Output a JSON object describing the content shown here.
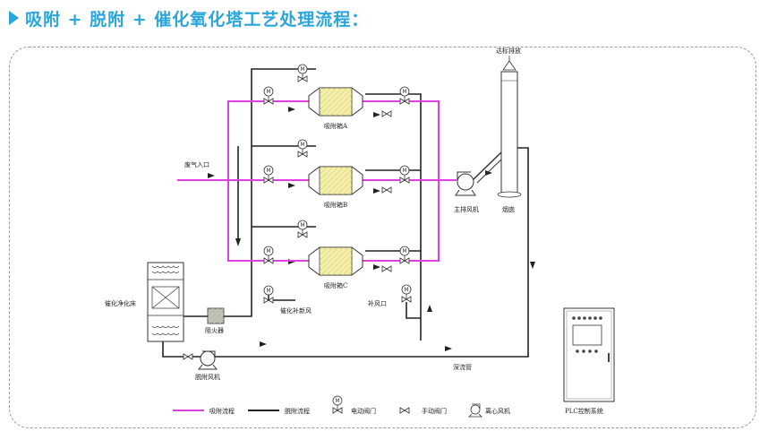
{
  "title": "吸附 + 脱附 + 催化氧化塔工艺处理流程：",
  "colors": {
    "accent": "#2aa6dc",
    "adsorption_line": "#e040e0",
    "desorption_line": "#222222",
    "carbon_fill": "#f5f0a8"
  },
  "labels": {
    "exhaust_inlet": "废气入口",
    "box_a": "吸附箱A",
    "box_b": "吸附箱B",
    "box_c": "吸附箱C",
    "main_fan": "主排风机",
    "chimney": "烟囱",
    "emission": "达标排放",
    "catalytic_bed": "催化净化床",
    "flame_arrester": "阻火器",
    "make_up_air": "催化补新风",
    "air_inlet": "补风口",
    "desorption_fan": "脱附风机",
    "cooling_pipe": "深流管",
    "plc": "PLC控制系统"
  },
  "legend": {
    "adsorption_flow": "吸附流程",
    "desorption_flow": "脱附流程",
    "electric_valve": "电动阀门",
    "manual_valve": "手动阀门",
    "centrifugal_fan": "离心风机"
  },
  "valve_symbol": "M"
}
